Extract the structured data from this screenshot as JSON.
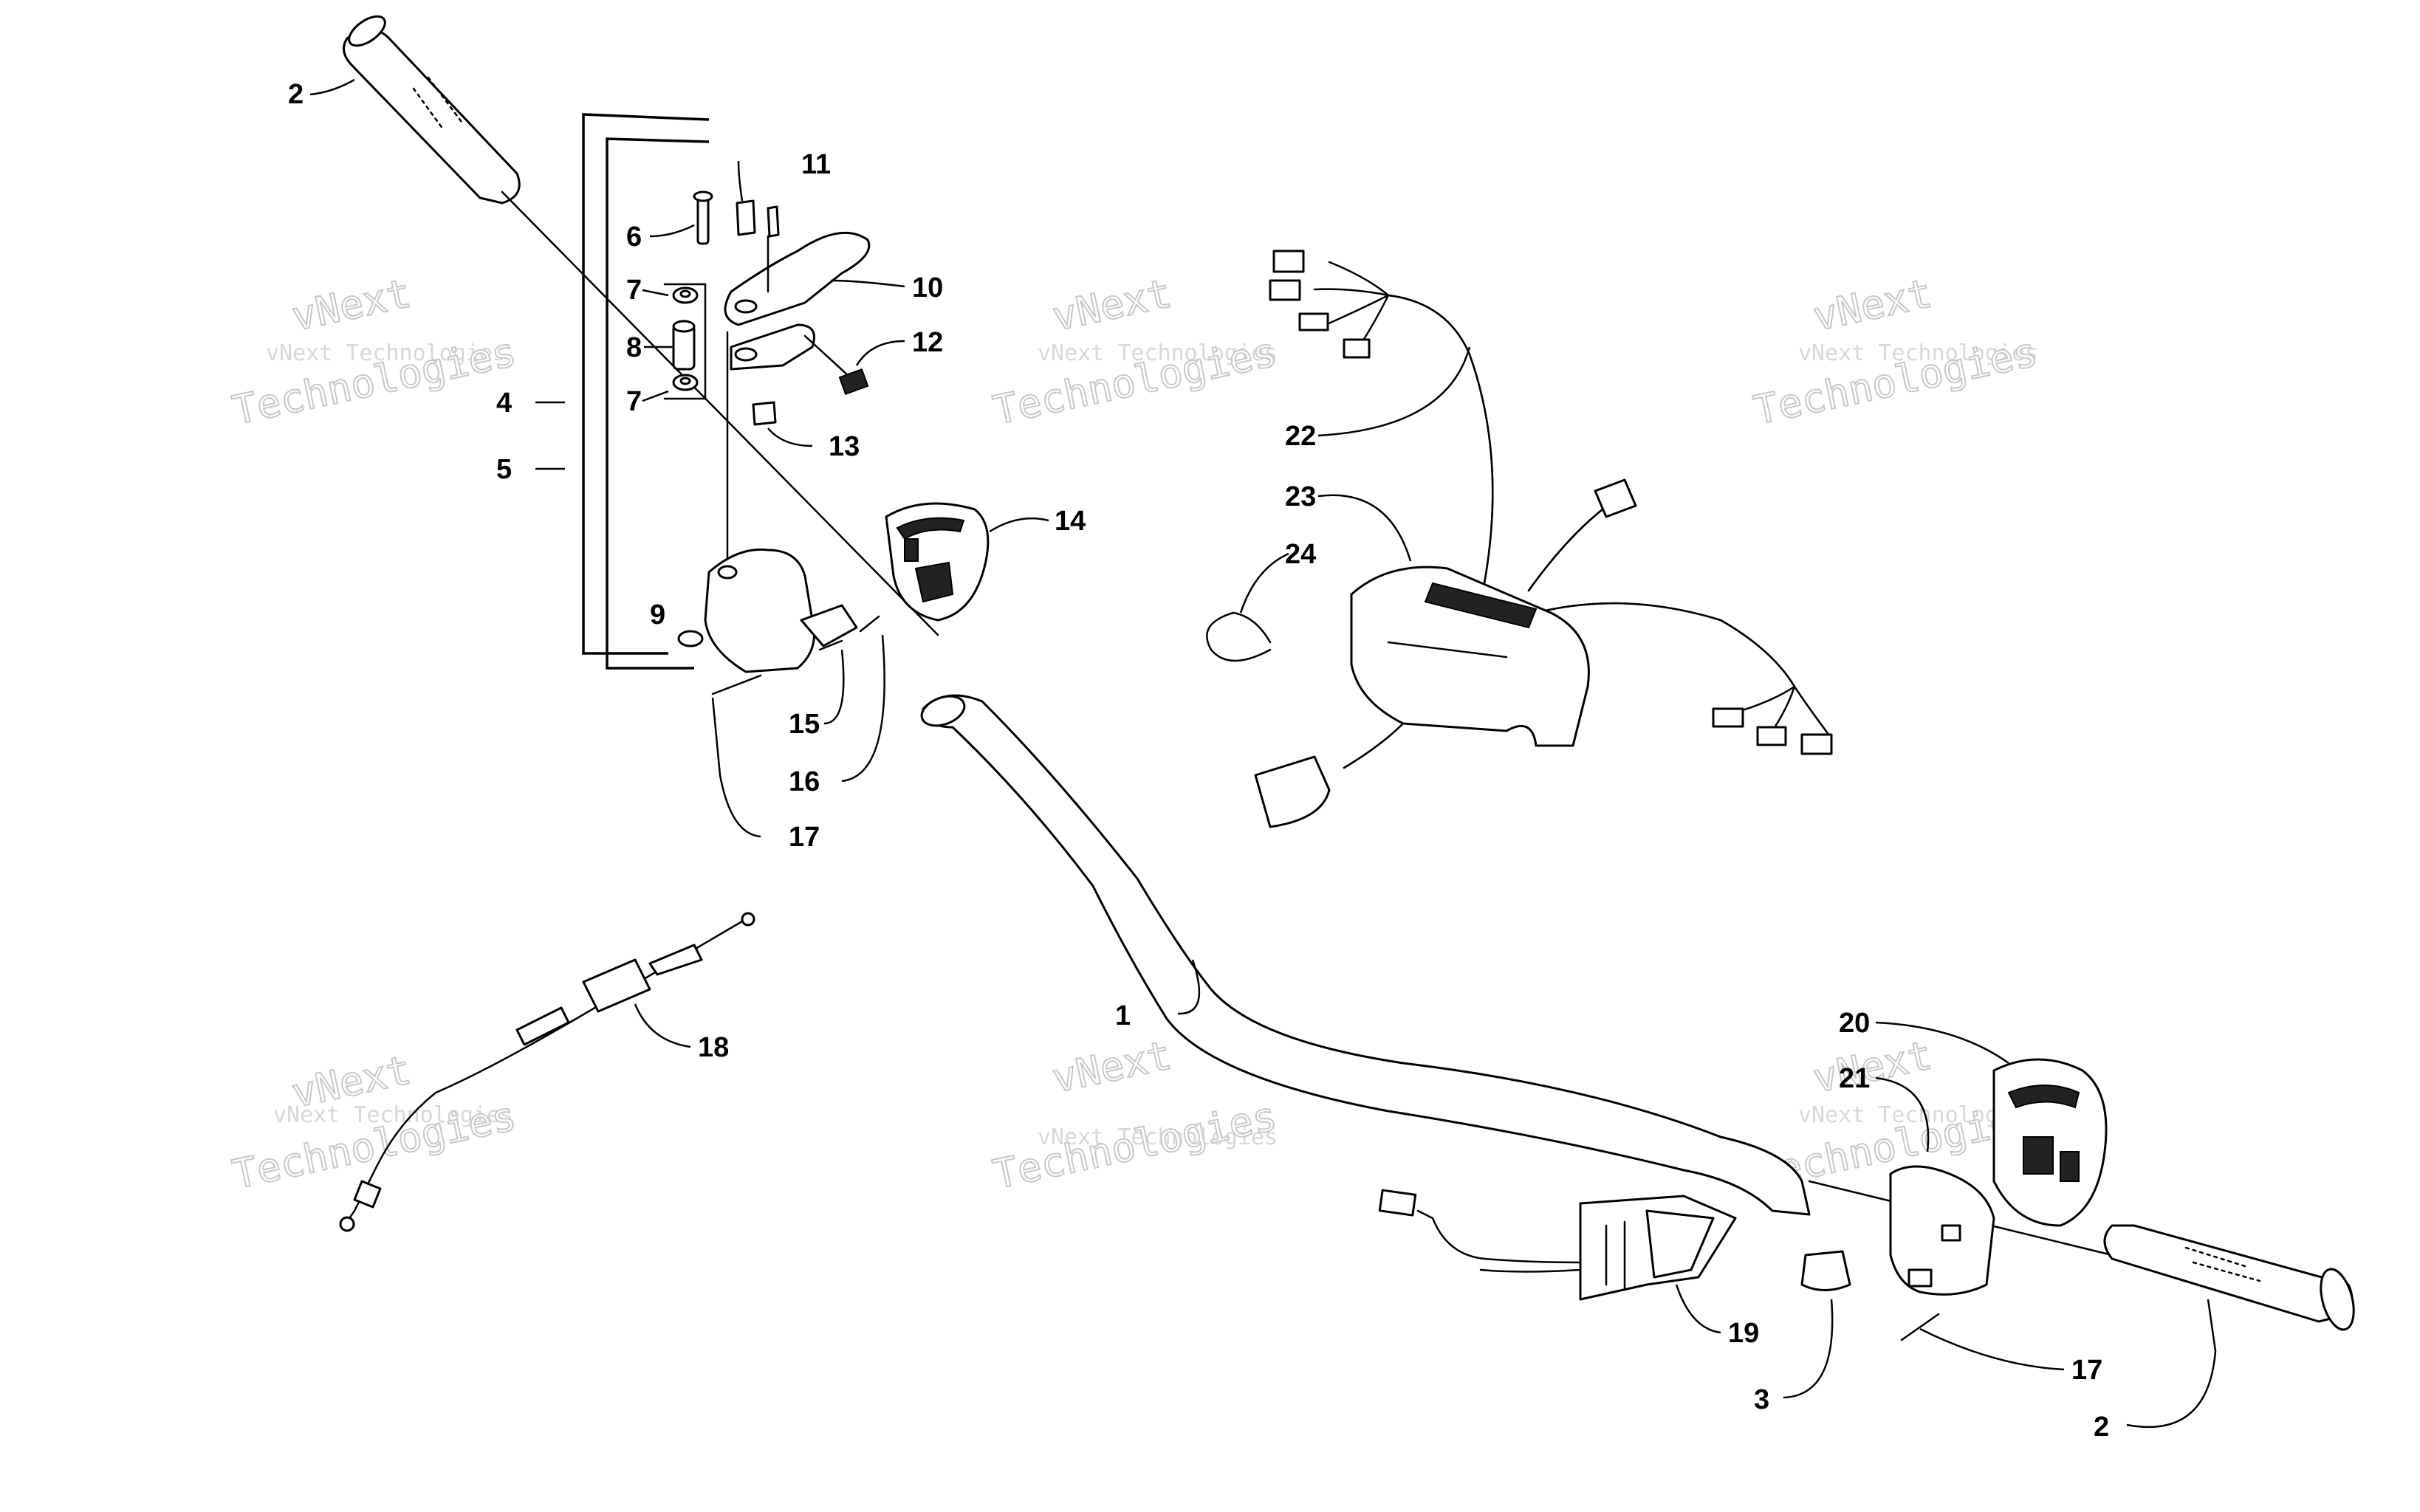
{
  "diagram": {
    "callouts": {
      "c2a": "2",
      "c2b": "2",
      "c1": "1",
      "c3": "3",
      "c4": "4",
      "c5": "5",
      "c6": "6",
      "c7a": "7",
      "c7b": "7",
      "c8": "8",
      "c9": "9",
      "c10": "10",
      "c11": "11",
      "c12": "12",
      "c13": "13",
      "c14": "14",
      "c15": "15",
      "c16": "16",
      "c17a": "17",
      "c17b": "17",
      "c18": "18",
      "c19": "19",
      "c20": "20",
      "c21": "21",
      "c22": "22",
      "c23": "23",
      "c24": "24"
    },
    "watermark": {
      "line1": "vNext Technologies",
      "line2": "vNext",
      "line3": "Technologies"
    }
  }
}
